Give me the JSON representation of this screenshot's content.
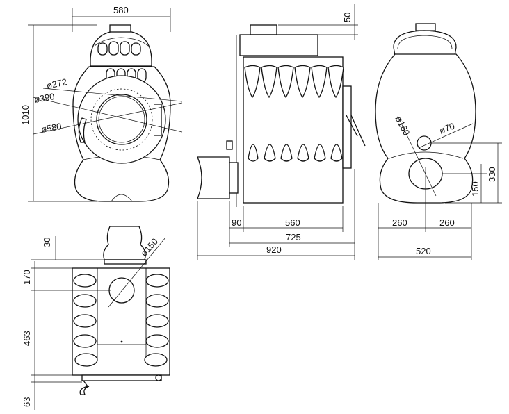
{
  "dimensions": {
    "front_width": "580",
    "front_height": "1010",
    "front_dia_272": "ø272",
    "front_dia_390": "ø390",
    "front_dia_580": "ø580",
    "side_top_offset": "50",
    "side_rear": "90",
    "side_body": "560",
    "side_mid": "725",
    "side_total": "920",
    "rear_dia_160": "ø160",
    "rear_dia_70": "ø70",
    "rear_h_330": "330",
    "rear_h_150": "150",
    "rear_half_left": "260",
    "rear_half_right": "260",
    "rear_width": "520",
    "top_dia_150": "ø150",
    "top_30": "30",
    "top_170": "170",
    "top_463": "463",
    "top_63": "63"
  },
  "colors": {
    "line": "#111111",
    "background": "#ffffff"
  }
}
